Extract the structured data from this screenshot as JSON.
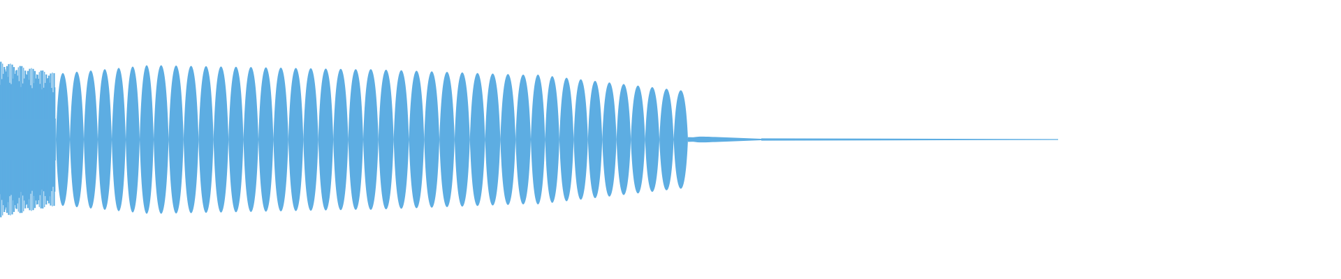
{
  "chart_data": {
    "type": "area",
    "title": "",
    "xlabel": "",
    "ylabel": "",
    "grid": false,
    "legend": "none",
    "colors": {
      "waveform": "#5DADE2",
      "background": "#FFFFFF"
    },
    "xlim": [
      0,
      1920
    ],
    "ylim": [
      -1,
      1
    ],
    "series": [
      {
        "segments": [
          {
            "x_start": 0,
            "x_end": 80,
            "amp_start": 1.0,
            "amp_end": 0.85,
            "lobes": 16,
            "style": "dense-lines"
          },
          {
            "x_start": 80,
            "x_end": 220,
            "amp_start": 0.85,
            "amp_end": 0.95,
            "lobes": 7,
            "style": "lobes"
          },
          {
            "x_start": 220,
            "x_end": 520,
            "amp_start": 0.95,
            "amp_end": 0.9,
            "lobes": 14,
            "style": "lobes"
          },
          {
            "x_start": 520,
            "x_end": 760,
            "amp_start": 0.9,
            "amp_end": 0.83,
            "lobes": 11,
            "style": "lobes"
          },
          {
            "x_start": 760,
            "x_end": 985,
            "amp_start": 0.83,
            "amp_end": 0.63,
            "lobes": 11,
            "style": "lobes"
          },
          {
            "x_start": 985,
            "x_end": 1090,
            "amp_start": 0.03,
            "amp_end": 0.0,
            "lobes": 1,
            "style": "tail"
          },
          {
            "x_start": 1090,
            "x_end": 1515,
            "amp_start": 0.015,
            "amp_end": 0.0,
            "lobes": 1,
            "style": "tail"
          }
        ]
      }
    ]
  }
}
